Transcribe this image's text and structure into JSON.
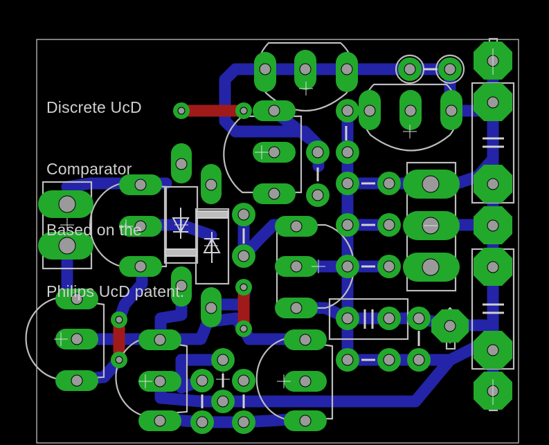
{
  "title_lines": [
    "Discrete UcD",
    "Comparator",
    "Based on the",
    "Philips UcD patent."
  ],
  "colors": {
    "background": "#000000",
    "bottom_trace": "#2424a8",
    "top_trace": "#a11a1a",
    "pad": "#22a82b",
    "drill": "#9a9a9a",
    "silkscreen": "#bdbdbd",
    "board_outline": "#d0d0d0"
  }
}
